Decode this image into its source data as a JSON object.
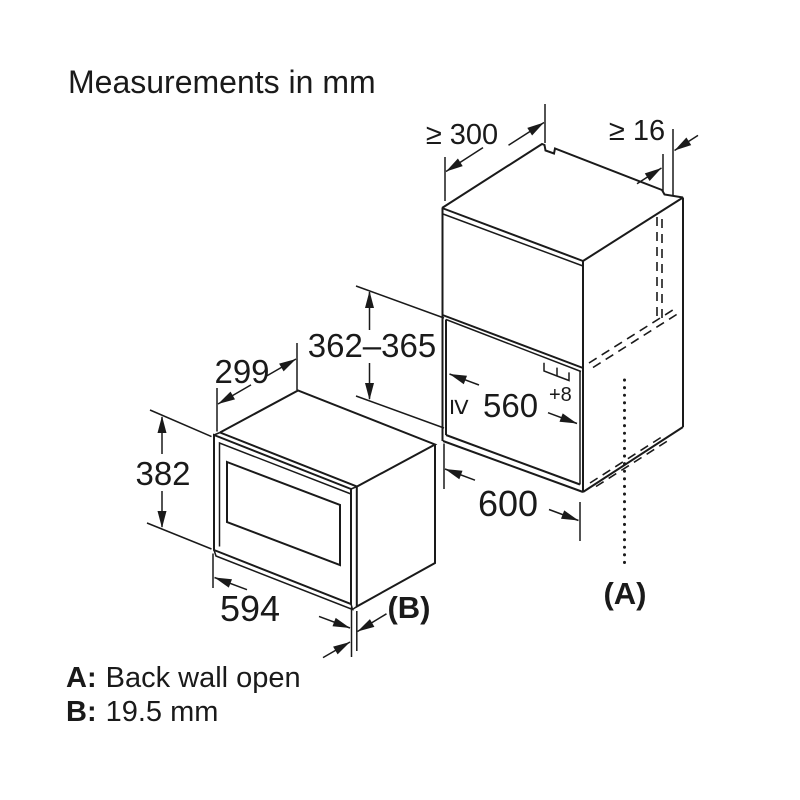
{
  "title": "Measurements in mm",
  "diagram": {
    "cabinet": {
      "top_depth": "≥ 300",
      "rear_gap": "≥ 16",
      "niche_height": "362–365",
      "niche_depth_symbol": "≥",
      "niche_depth_value": "560",
      "niche_depth_tolerance": "+8",
      "niche_width": "600",
      "back_wall_label": "(A)"
    },
    "appliance": {
      "depth": "299",
      "height": "382",
      "width": "594",
      "front_protrusion_label": "(B)"
    }
  },
  "legend": {
    "a_key": "A:",
    "a_text": "Back wall open",
    "b_key": "B:",
    "b_text": "19.5 mm"
  },
  "colors": {
    "line": "#1a1a1a",
    "background": "#ffffff"
  }
}
